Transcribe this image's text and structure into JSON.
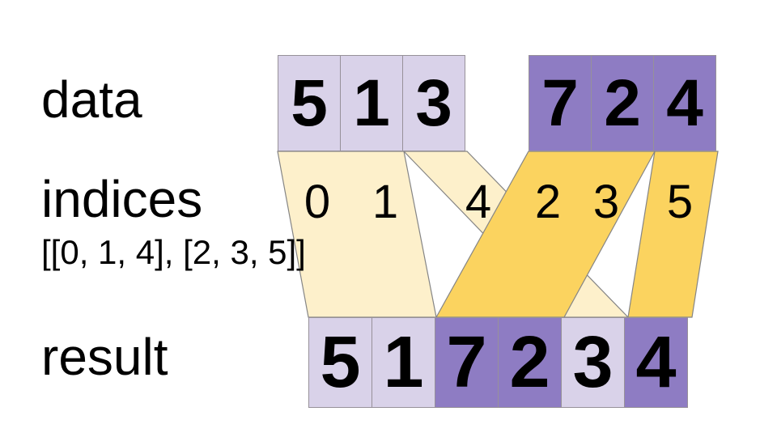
{
  "diagram": {
    "labels": {
      "data": "data",
      "indices": "indices",
      "indices_value": "[[0, 1, 4], [2, 3, 5]]",
      "result": "result"
    },
    "data_groups": [
      {
        "name": "data-array-1",
        "shade": "light",
        "cells": [
          "5",
          "1",
          "3"
        ]
      },
      {
        "name": "data-array-2",
        "shade": "dark",
        "cells": [
          "7",
          "2",
          "4"
        ]
      }
    ],
    "index_labels": [
      "0",
      "1",
      "4",
      "2",
      "3",
      "5"
    ],
    "result_cells": [
      {
        "value": "5",
        "shade": "light"
      },
      {
        "value": "1",
        "shade": "light"
      },
      {
        "value": "7",
        "shade": "dark"
      },
      {
        "value": "2",
        "shade": "dark"
      },
      {
        "value": "3",
        "shade": "light"
      },
      {
        "value": "4",
        "shade": "dark"
      }
    ],
    "colors": {
      "light_purple": "#D9D2E9",
      "dark_purple": "#8E7CC3",
      "cream": "#FDF0CB",
      "gold": "#FBD35F",
      "stroke": "#858585"
    }
  }
}
